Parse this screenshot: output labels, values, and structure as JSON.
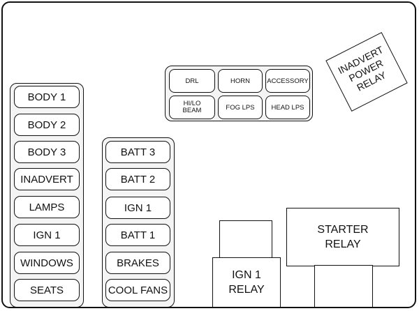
{
  "left_column": [
    "BODY 1",
    "BODY 2",
    "BODY 3",
    "INADVERT",
    "LAMPS",
    "IGN 1",
    "WINDOWS",
    "SEATS"
  ],
  "middle_column": [
    "BATT 3",
    "BATT 2",
    "IGN 1",
    "BATT 1",
    "BRAKES",
    "COOL FANS"
  ],
  "top_block": {
    "row1": [
      "DRL",
      "HORN",
      "ACCESSORY"
    ],
    "row2": [
      [
        "HI/LO",
        "BEAM"
      ],
      "FOG LPS",
      "HEAD LPS"
    ]
  },
  "relays": {
    "inadvert_power": [
      "INADVERT",
      "POWER",
      "RELAY"
    ],
    "ign1": [
      "IGN 1",
      "RELAY"
    ],
    "starter": [
      "STARTER",
      "RELAY"
    ]
  }
}
